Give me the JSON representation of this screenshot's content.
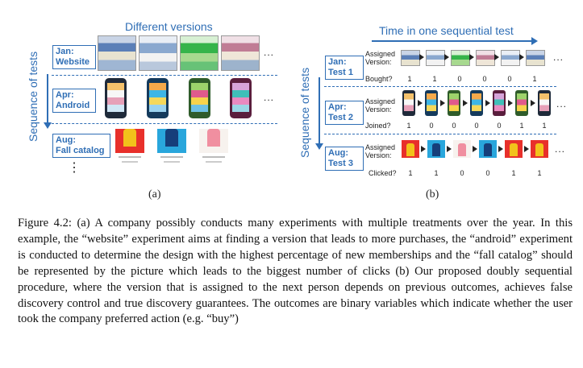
{
  "panel_a": {
    "title": "Different versions",
    "axis": "Sequence of tests",
    "tests": [
      {
        "label_line1": "Jan:",
        "label_line2": "Website"
      },
      {
        "label_line1": "Apr:",
        "label_line2": "Android"
      },
      {
        "label_line1": "Aug:",
        "label_line2": "Fall catalog"
      }
    ],
    "ellipsis": "...",
    "vertical_ellipsis": "⋮",
    "sublabel": "(a)"
  },
  "panel_b": {
    "title": "Time in one sequential test",
    "axis": "Sequence of tests",
    "tests": [
      {
        "label_line1": "Jan:",
        "label_line2": "Test 1",
        "assigned": "Assigned Version:",
        "outcome_label": "Bought?",
        "outcomes": [
          "1",
          "1",
          "0",
          "0",
          "0",
          "1"
        ]
      },
      {
        "label_line1": "Apr:",
        "label_line2": "Test 2",
        "assigned": "Assigned Version:",
        "outcome_label": "Joined?",
        "outcomes": [
          "1",
          "0",
          "0",
          "0",
          "0",
          "1",
          "1"
        ]
      },
      {
        "label_line1": "Aug:",
        "label_line2": "Test 3",
        "assigned": "Assigned Version:",
        "outcome_label": "Clicked?",
        "outcomes": [
          "1",
          "1",
          "0",
          "0",
          "1",
          "1"
        ]
      }
    ],
    "ellipsis": "...",
    "sublabel": "(b)"
  },
  "caption": "Figure 4.2: (a) A company possibly conducts many experiments with multiple treatments over the year. In this example, the “website” experiment aims at finding a version that leads to more purchases, the “android” experiment is conducted to determine the design with the highest percentage of new memberships and the “fall catalog” should be represented by the picture which leads to the biggest number of clicks (b) Our proposed doubly sequential procedure, where the version that is assigned to the next person depends on previous outcomes, achieves false discovery control and true discovery guarantees. The outcomes are binary variables which indicate whether the user took the company preferred action (e.g. “buy”)",
  "colors": {
    "accent": "#2f6eb5"
  }
}
